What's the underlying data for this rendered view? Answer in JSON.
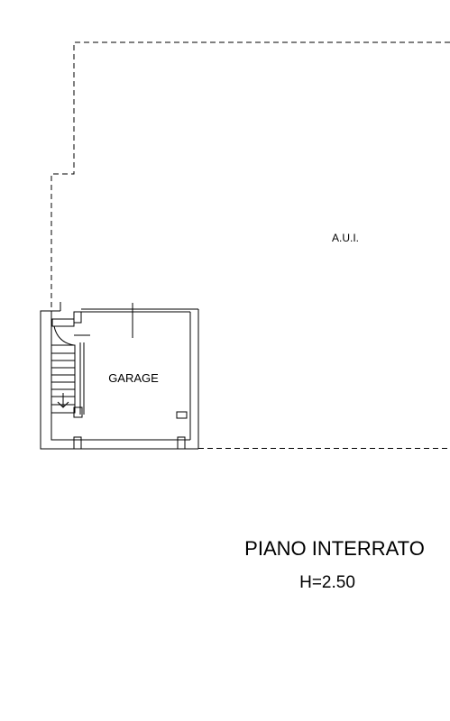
{
  "colors": {
    "line": "#000000",
    "background": "#ffffff"
  },
  "rooms": {
    "aui_label": "A.U.I.",
    "garage_label": "GARAGE"
  },
  "drawing": {
    "title": "PIANO INTERRATO",
    "height_note": "H=2.50"
  }
}
